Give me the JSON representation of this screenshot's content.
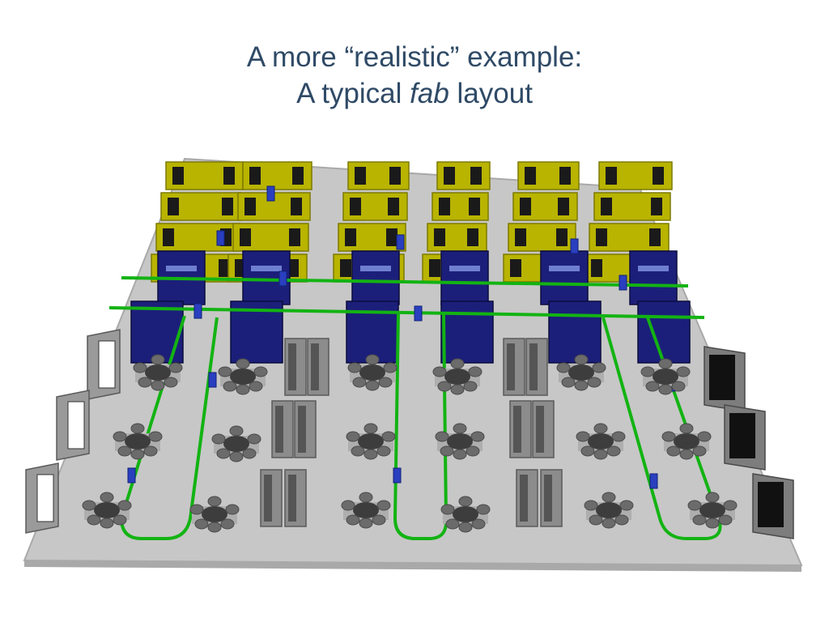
{
  "slide": {
    "title_line1": "A more “realistic” example:",
    "title_line2_prefix": "A typical ",
    "title_line2_emph": "fab",
    "title_line2_suffix": " layout"
  },
  "colors": {
    "floor": "#c7c7c7",
    "floor_edge": "#a9a9a9",
    "equipment_yellow": "#b8b400",
    "equipment_yellow_dark": "#7d7a00",
    "loadport_navy": "#1c1f7a",
    "loadport_navy_dark": "#0b0d3d",
    "conveyor_green": "#13b313",
    "vehicle_blue": "#2a3fbf",
    "robot_gray": "#6b6b6b",
    "cabinet_gray": "#8c8c8c",
    "stocker_dark": "#111111",
    "title_text": "#2f4a66"
  },
  "icons": {
    "equipment": "yellow-tool-block",
    "loadport": "navy-load-port",
    "robot_cluster": "round-cluster-tool",
    "stocker": "cabinet-stocker",
    "vehicle": "amhs-vehicle"
  }
}
